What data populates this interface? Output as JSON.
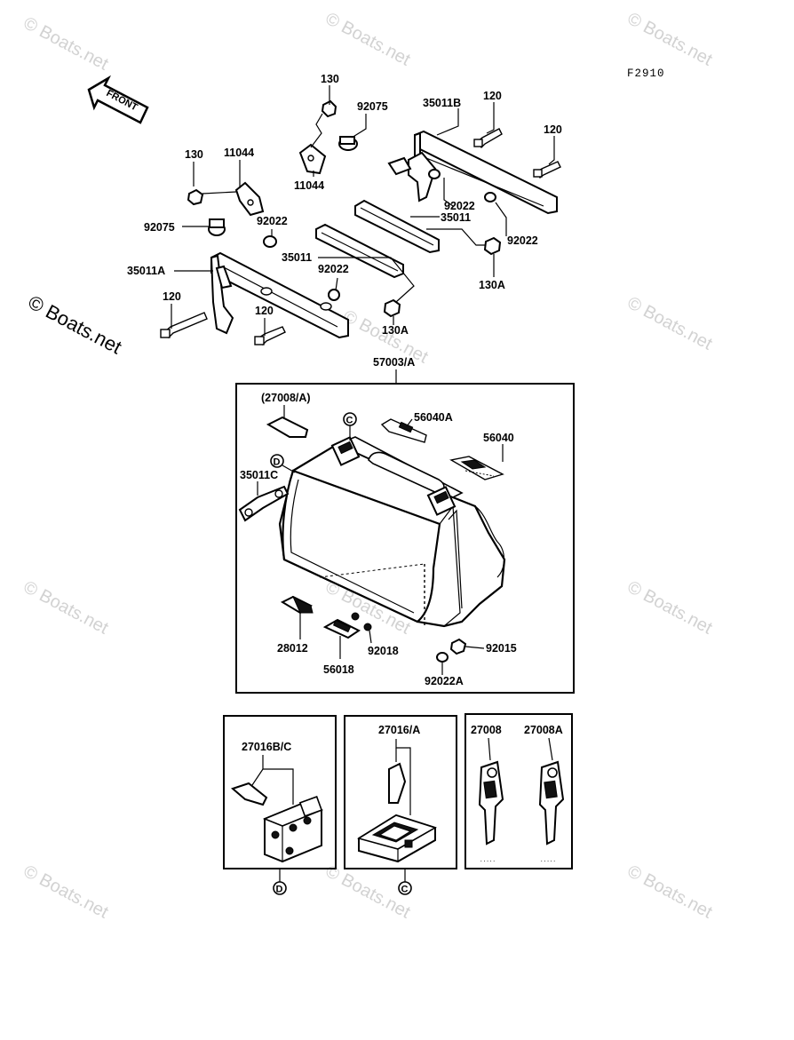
{
  "figure_code": "F2910",
  "front_arrow": "FRONT",
  "watermark": "© Boats.net",
  "labels": {
    "p130_top": "130",
    "p92075_top": "92075",
    "p35011B": "35011B",
    "p120_top": "120",
    "p120_right": "120",
    "p130_left": "130",
    "p11044_top": "11044",
    "p11044_bottom": "11044",
    "p92022_b": "92022",
    "p35011_upper": "35011",
    "p92022_r": "92022",
    "p92075_left": "92075",
    "p92022_mid": "92022",
    "p35011_lower": "35011",
    "p130A_right": "130A",
    "p35011A": "35011A",
    "p92022_low": "92022",
    "p120_left": "120",
    "p120_mid": "120",
    "p130A_low": "130A",
    "p57003A": "57003/A",
    "p27008A_paren": "(27008/A)",
    "p56040A": "56040A",
    "p56040": "56040",
    "p35011C": "35011C",
    "p28012": "28012",
    "p56018": "56018",
    "p92018": "92018",
    "p92015": "92015",
    "p92022A": "92022A",
    "p27016BC": "27016B/C",
    "p27016A": "27016/A",
    "p27008": "27008",
    "p27008A": "27008A"
  },
  "callouts": {
    "c_top": "C",
    "d_mid": "D",
    "d_bottom": "D",
    "c_bottom": "C"
  }
}
